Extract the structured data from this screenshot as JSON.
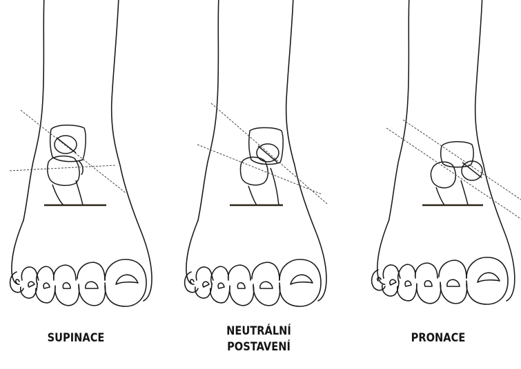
{
  "figure": {
    "panels": [
      {
        "key": "supinace",
        "caption_lines": [
          "SUPINACE"
        ]
      },
      {
        "key": "neutralni",
        "caption_lines": [
          "NEUTRÁLNÍ",
          "POSTAVENÍ"
        ]
      },
      {
        "key": "pronace",
        "caption_lines": [
          "PRONACE"
        ]
      }
    ]
  },
  "colors": {
    "line": "#1a1a1a",
    "ground_line": "#2b2418",
    "axis_line": "#444444",
    "background": "#ffffff"
  }
}
